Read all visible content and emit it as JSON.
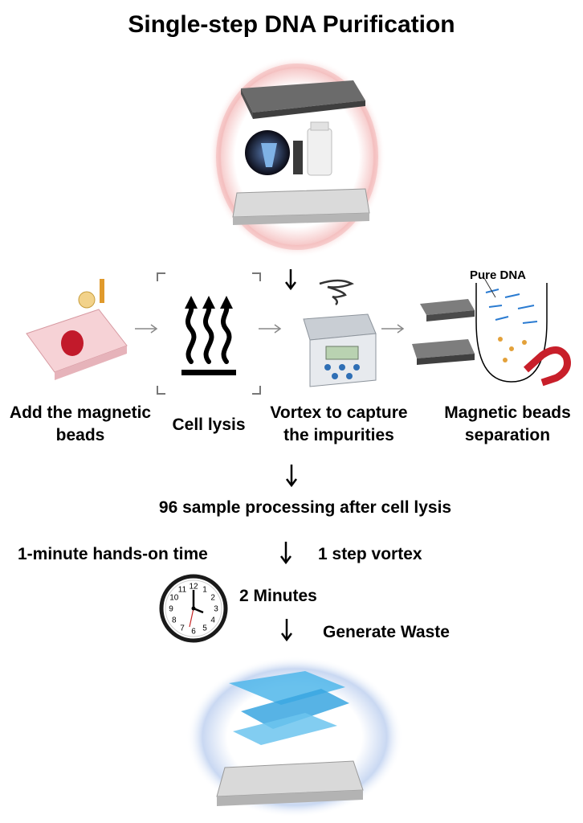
{
  "title": "Single-step DNA Purification",
  "steps": [
    {
      "label_lines": [
        "Add the magnetic",
        "beads"
      ]
    },
    {
      "label_lines": [
        "Cell lysis"
      ]
    },
    {
      "label_lines": [
        "Vortex to capture",
        "the impurities"
      ]
    },
    {
      "label_lines": [
        "Magnetic beads",
        "separation"
      ]
    },
    {
      "inset_label": "Pure DNA"
    }
  ],
  "processing_text": "96 sample processing after cell lysis",
  "hands_on_text": "1-minute hands-on time",
  "vortex_text": "1 step vortex",
  "time_text": "2 Minutes",
  "waste_text": "Generate Waste",
  "clock_numbers": [
    "12",
    "1",
    "2",
    "3",
    "4",
    "5",
    "6",
    "7",
    "8",
    "9",
    "10",
    "11"
  ],
  "colors": {
    "top_glow": "#f2a3a3",
    "bottom_glow": "#a9c2ec",
    "tip_blue": "#3aa6e0",
    "plate_red": "#e04a5a"
  }
}
